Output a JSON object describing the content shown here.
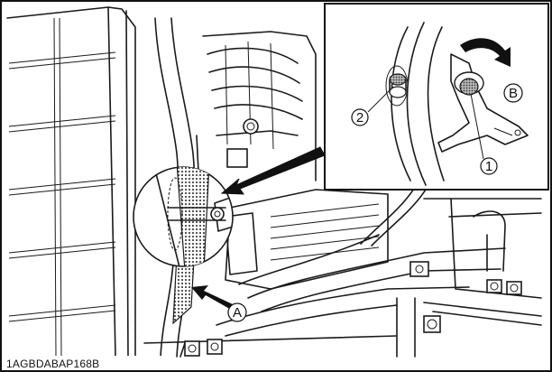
{
  "figure_id": "1AGBDABAP168B",
  "callouts": {
    "a": "A",
    "b": "B",
    "n1": "1",
    "n2": "2"
  }
}
